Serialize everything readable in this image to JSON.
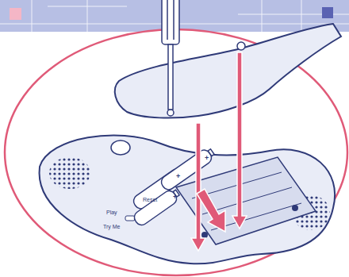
{
  "diagram": {
    "labels": [
      "Play",
      "Try Me",
      "Reset",
      "+",
      "+",
      "+"
    ]
  }
}
